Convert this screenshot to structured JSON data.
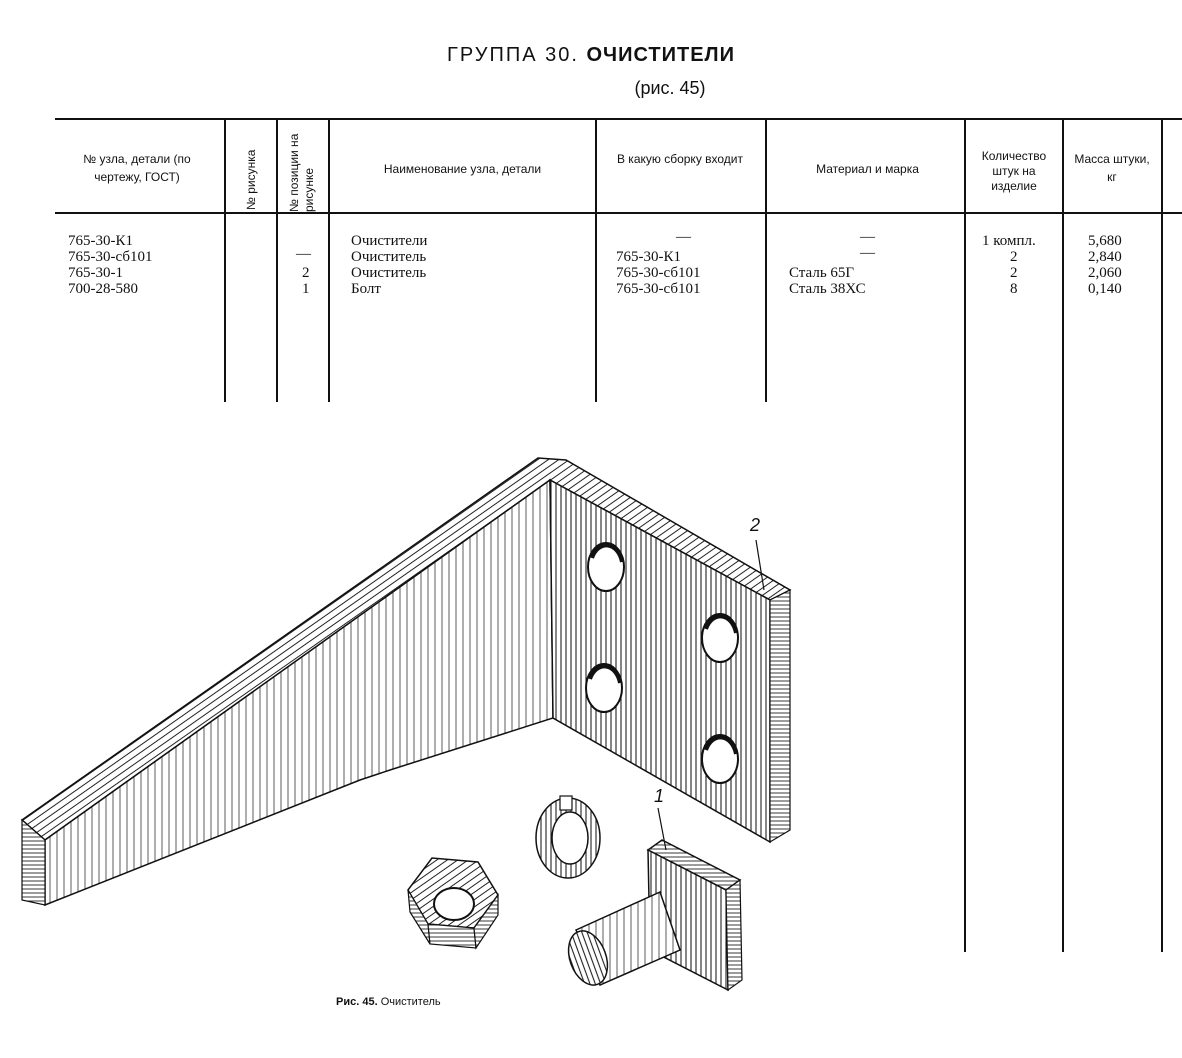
{
  "header": {
    "title_prefix": "ГРУППА 30.",
    "title_bold": "ОЧИСТИТЕЛИ",
    "subtitle": "(рис. 45)"
  },
  "table": {
    "columns": {
      "part_no": "№ узла, детали (по чертежу, ГОСТ)",
      "fig_no": "№ рисунка",
      "position": "№ позиции на рисунке",
      "name": "Наименование узла, детали",
      "assembly": "В какую сборку входит",
      "material": "Материал и марка",
      "qty": "Количество штук на изделие",
      "mass": "Масса штуки, кг"
    },
    "rows": [
      {
        "part_no": "765-30-К1",
        "position": "",
        "name": "Очистители",
        "assembly": "—",
        "material": "—",
        "qty": "1 компл.",
        "mass": "5,680"
      },
      {
        "part_no": "765-30-сб101",
        "position": "—",
        "name": "Очиститель",
        "assembly": "765-30-К1",
        "material": "—",
        "qty": "2",
        "mass": "2,840"
      },
      {
        "part_no": "765-30-1",
        "position": "2",
        "name": "Очиститель",
        "assembly": "765-30-сб101",
        "material": "Сталь 65Г",
        "qty": "2",
        "mass": "2,060"
      },
      {
        "part_no": "700-28-580",
        "position": "1",
        "name": "Болт",
        "assembly": "765-30-сб101",
        "material": "Сталь 38ХС",
        "qty": "8",
        "mass": "0,140"
      }
    ]
  },
  "figure": {
    "label_2": "2",
    "label_1": "1",
    "caption_bold": "Рис. 45.",
    "caption_text": "Очиститель"
  }
}
